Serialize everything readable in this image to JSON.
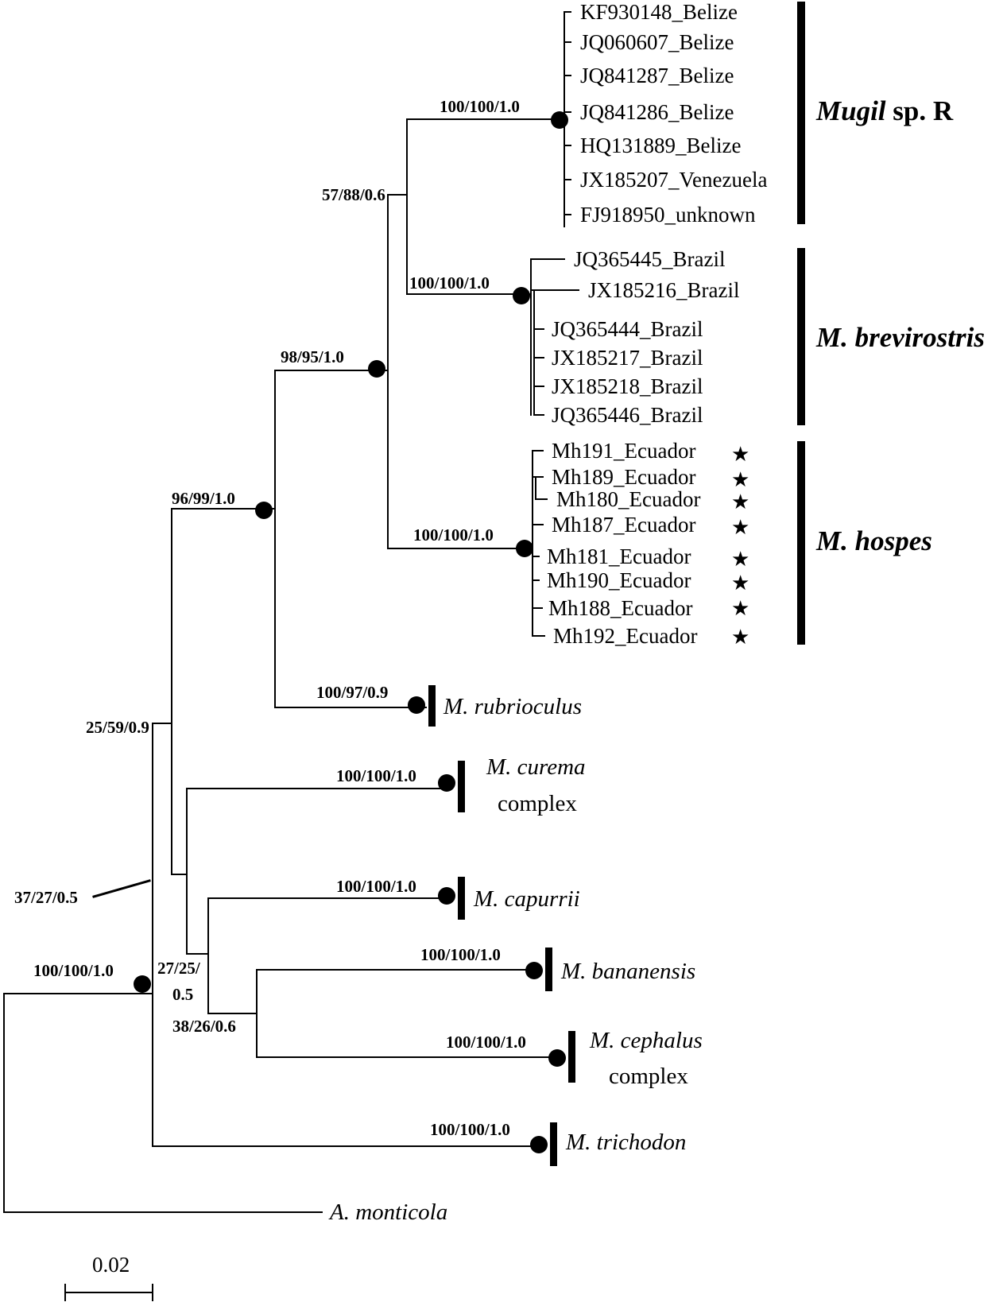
{
  "tips": {
    "sp_r": [
      "KF930148_Belize",
      "JQ060607_Belize",
      "JQ841287_Belize",
      "JQ841286_Belize",
      "HQ131889_Belize",
      "JX185207_Venezuela",
      "FJ918950_unknown"
    ],
    "brevirostris": [
      "JQ365445_Brazil",
      "JX185216_Brazil",
      "JQ365444_Brazil",
      "JX185217_Brazil",
      "JX185218_Brazil",
      "JQ365446_Brazil"
    ],
    "hospes": [
      "Mh191_Ecuador",
      "Mh189_Ecuador",
      "Mh180_Ecuador",
      "Mh187_Ecuador",
      "Mh181_Ecuador",
      "Mh190_Ecuador",
      "Mh188_Ecuador",
      "Mh192_Ecuador"
    ],
    "outgroup": "A. monticola"
  },
  "star_glyph": "★",
  "clades": {
    "sp_r": {
      "genus": "Mugil",
      "rest": " sp. R"
    },
    "brevirostris": "M. brevirostris",
    "hospes": "M. hospes",
    "rubrioculus": "M. rubrioculus",
    "curema": [
      "M. curema",
      "complex"
    ],
    "capurrii": "M. capurrii",
    "bananensis": "M. bananensis",
    "cephalus": [
      "M. cephalus",
      "complex"
    ],
    "trichodon": "M. trichodon"
  },
  "support": {
    "sp_r": "100/100/1.0",
    "sp_r_bre": "57/88/0.6",
    "brevirostris": "100/100/1.0",
    "core": "98/95/1.0",
    "hospes": "100/100/1.0",
    "with_rubrioculus": "96/99/1.0",
    "rubrioculus": "100/97/0.9",
    "curema_group": "25/59/0.9",
    "curema": "100/100/1.0",
    "basal_node": "37/27/0.5",
    "capurrii": "100/100/1.0",
    "capurrii_group": [
      "27/25/",
      "0.5"
    ],
    "bananensis": "100/100/1.0",
    "bananensis_cephalus": "38/26/0.6",
    "cephalus": "100/100/1.0",
    "ingroup": "100/100/1.0",
    "trichodon": "100/100/1.0"
  },
  "scale_bar": {
    "label": "0.02",
    "length": 0.02
  }
}
